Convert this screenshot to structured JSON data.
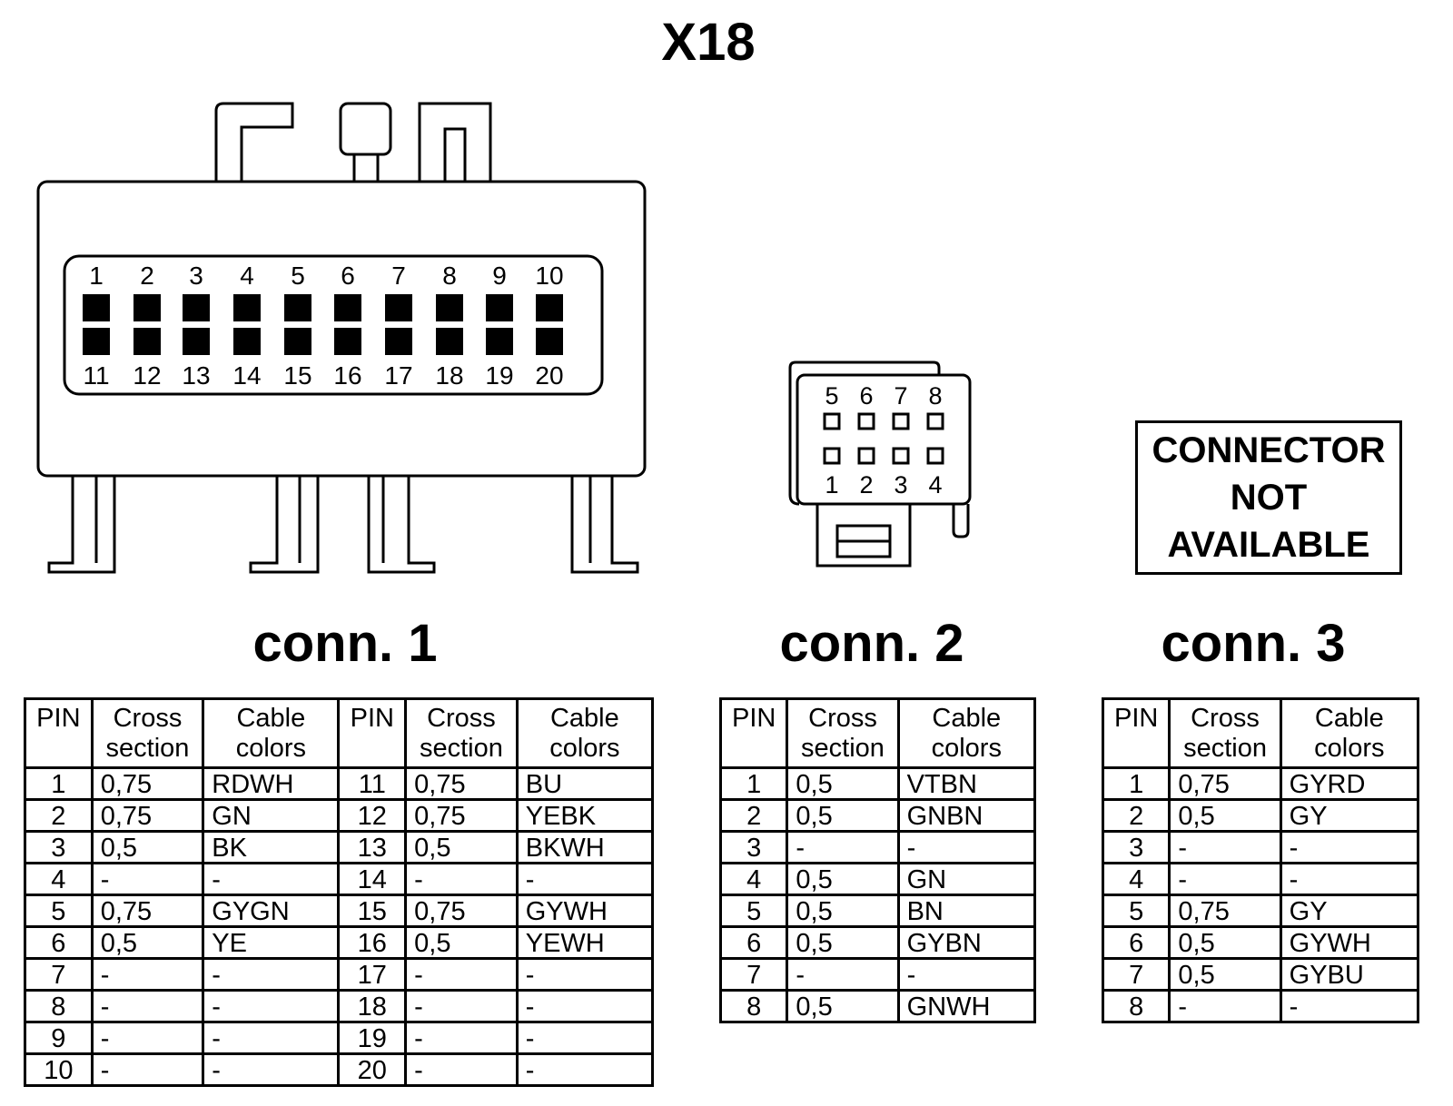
{
  "title": "X18",
  "conn1": {
    "label": "conn. 1",
    "pin_top_labels": [
      "1",
      "2",
      "3",
      "4",
      "5",
      "6",
      "7",
      "8",
      "9",
      "10"
    ],
    "pin_bottom_labels": [
      "11",
      "12",
      "13",
      "14",
      "15",
      "16",
      "17",
      "18",
      "19",
      "20"
    ],
    "table": {
      "headers": [
        "PIN",
        "Cross section",
        "Cable colors",
        "PIN",
        "Cross section",
        "Cable colors"
      ],
      "rows": [
        [
          "1",
          "0,75",
          "RDWH",
          "11",
          "0,75",
          "BU"
        ],
        [
          "2",
          "0,75",
          "GN",
          "12",
          "0,75",
          "YEBK"
        ],
        [
          "3",
          "0,5",
          "BK",
          "13",
          "0,5",
          "BKWH"
        ],
        [
          "4",
          "-",
          "-",
          "14",
          "-",
          "-"
        ],
        [
          "5",
          "0,75",
          "GYGN",
          "15",
          "0,75",
          "GYWH"
        ],
        [
          "6",
          "0,5",
          "YE",
          "16",
          "0,5",
          "YEWH"
        ],
        [
          "7",
          "-",
          "-",
          "17",
          "-",
          "-"
        ],
        [
          "8",
          "-",
          "-",
          "18",
          "-",
          "-"
        ],
        [
          "9",
          "-",
          "-",
          "19",
          "-",
          "-"
        ],
        [
          "10",
          "-",
          "-",
          "20",
          "-",
          "-"
        ]
      ]
    }
  },
  "conn2": {
    "label": "conn. 2",
    "pin_top_labels": [
      "5",
      "6",
      "7",
      "8"
    ],
    "pin_bottom_labels": [
      "1",
      "2",
      "3",
      "4"
    ],
    "table": {
      "headers": [
        "PIN",
        "Cross section",
        "Cable colors"
      ],
      "rows": [
        [
          "1",
          "0,5",
          "VTBN"
        ],
        [
          "2",
          "0,5",
          "GNBN"
        ],
        [
          "3",
          "-",
          "-"
        ],
        [
          "4",
          "0,5",
          "GN"
        ],
        [
          "5",
          "0,5",
          "BN"
        ],
        [
          "6",
          "0,5",
          "GYBN"
        ],
        [
          "7",
          "-",
          "-"
        ],
        [
          "8",
          "0,5",
          "GNWH"
        ]
      ]
    }
  },
  "conn3": {
    "label": "conn. 3",
    "not_available": [
      "CONNECTOR",
      "NOT",
      "AVAILABLE"
    ],
    "table": {
      "headers": [
        "PIN",
        "Cross section",
        "Cable colors"
      ],
      "rows": [
        [
          "1",
          "0,75",
          "GYRD"
        ],
        [
          "2",
          "0,5",
          "GY"
        ],
        [
          "3",
          "-",
          "-"
        ],
        [
          "4",
          "-",
          "-"
        ],
        [
          "5",
          "0,75",
          "GY"
        ],
        [
          "6",
          "0,5",
          "GYWH"
        ],
        [
          "7",
          "0,5",
          "GYBU"
        ],
        [
          "8",
          "-",
          "-"
        ]
      ]
    }
  }
}
